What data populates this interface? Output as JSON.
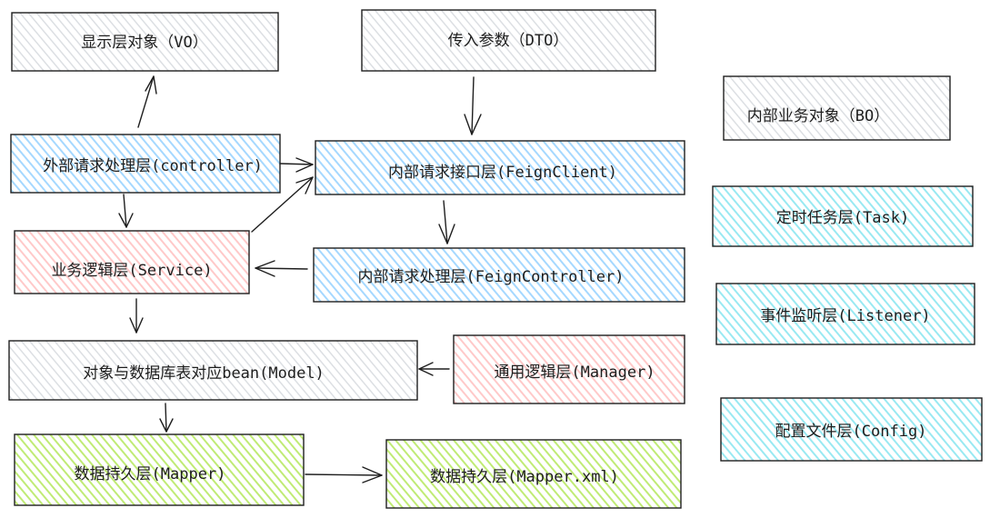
{
  "boxes": {
    "vo": {
      "label": "显示层对象（VO）",
      "fill": "gray"
    },
    "dto": {
      "label": "传入参数（DTO）",
      "fill": "gray"
    },
    "bo": {
      "label": "内部业务对象（BO）",
      "fill": "gray"
    },
    "controller": {
      "label": "外部请求处理层(controller)",
      "fill": "blue"
    },
    "feign_client": {
      "label": "内部请求接口层(FeignClient)",
      "fill": "blue"
    },
    "task": {
      "label": "定时任务层(Task)",
      "fill": "teal"
    },
    "service": {
      "label": "业务逻辑层(Service)",
      "fill": "red"
    },
    "feign_controller": {
      "label": "内部请求处理层(FeignController)",
      "fill": "blue"
    },
    "listener": {
      "label": "事件监听层(Listener)",
      "fill": "teal"
    },
    "model": {
      "label": "对象与数据库表对应bean(Model)",
      "fill": "gray"
    },
    "manager": {
      "label": "通用逻辑层(Manager)",
      "fill": "red"
    },
    "config": {
      "label": "配置文件层(Config)",
      "fill": "teal"
    },
    "mapper": {
      "label": "数据持久层(Mapper)",
      "fill": "green"
    },
    "mapper_xml": {
      "label": "数据持久层(Mapper.xml)",
      "fill": "green"
    }
  },
  "colors": {
    "gray": "#e9ecef",
    "blue": "#a5d8ff",
    "red": "#ffc9c9",
    "teal": "#99e9f2",
    "green": "#c0eb75",
    "stroke": "#1e1e1e"
  },
  "arrows": [
    {
      "from": "controller",
      "to": "vo"
    },
    {
      "from": "dto",
      "to": "feign_client"
    },
    {
      "from": "controller",
      "to": "feign_client"
    },
    {
      "from": "controller",
      "to": "service"
    },
    {
      "from": "service",
      "to": "feign_client"
    },
    {
      "from": "feign_client",
      "to": "feign_controller"
    },
    {
      "from": "feign_controller",
      "to": "service"
    },
    {
      "from": "service",
      "to": "model"
    },
    {
      "from": "manager",
      "to": "model"
    },
    {
      "from": "model",
      "to": "mapper"
    },
    {
      "from": "mapper",
      "to": "mapper_xml"
    }
  ]
}
